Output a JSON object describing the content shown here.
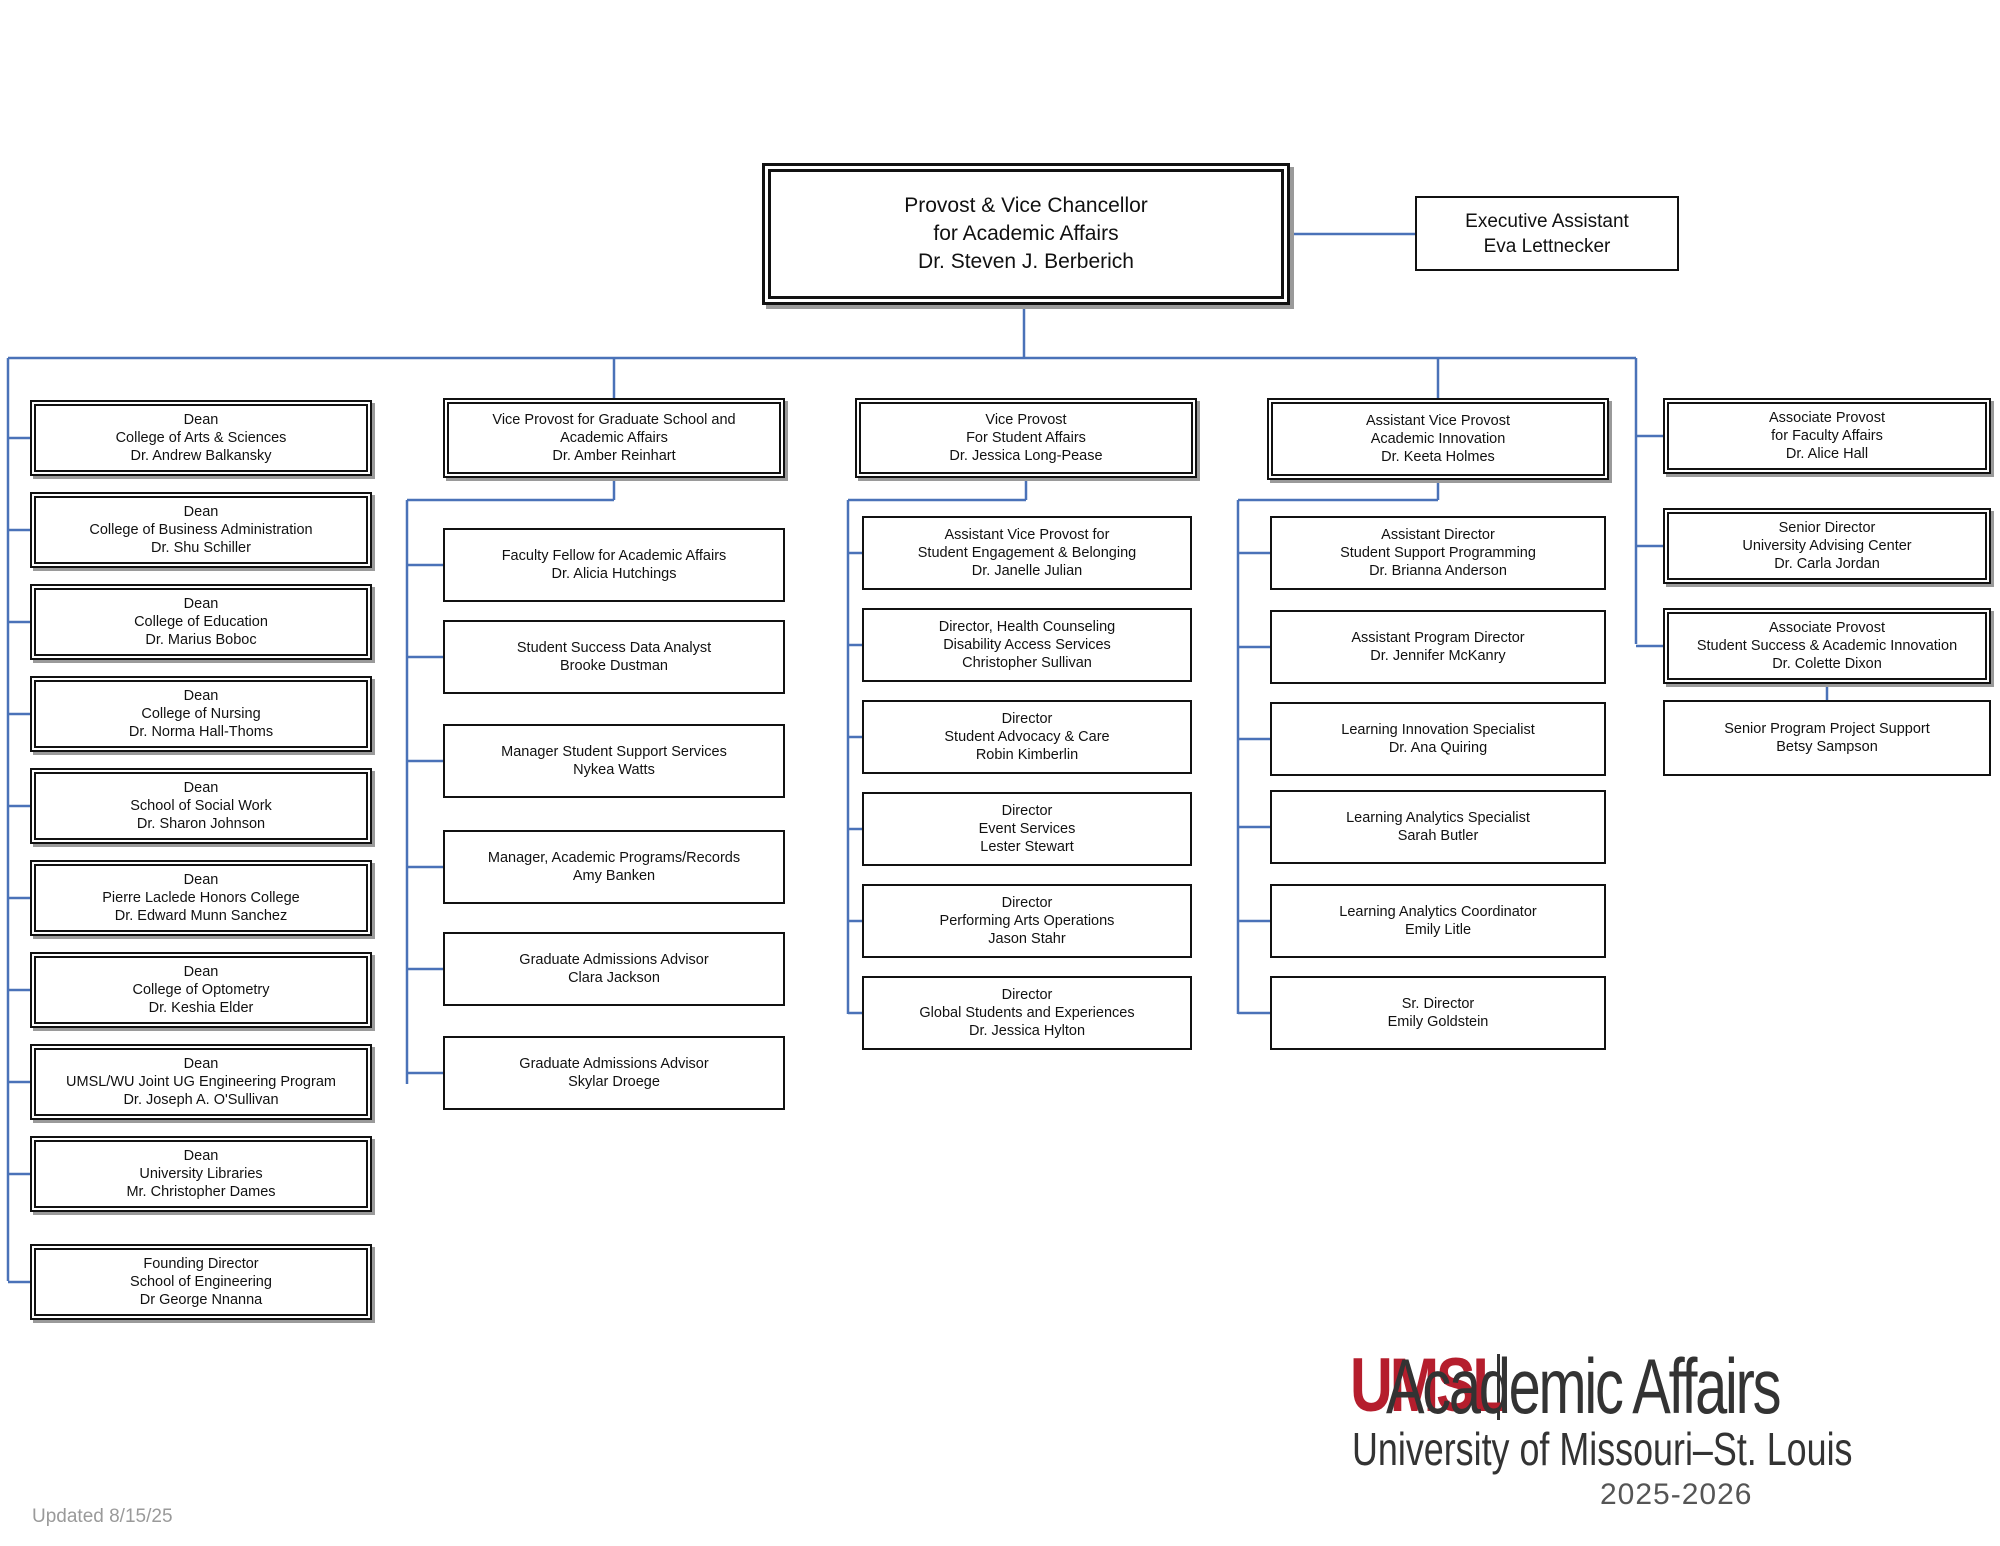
{
  "colors": {
    "connector": "#4a72b8",
    "border": "#111111",
    "brand_red": "#b51e2d"
  },
  "top": {
    "provost": [
      "Provost & Vice Chancellor",
      "for Academic Affairs",
      "Dr. Steven J. Berberich"
    ],
    "assistant": [
      "Executive Assistant",
      "Eva Lettnecker"
    ]
  },
  "columns": [
    {
      "head": null,
      "items": [
        [
          "Dean",
          "College of Arts & Sciences",
          "Dr. Andrew Balkansky"
        ],
        [
          "Dean",
          "College of Business Administration",
          "Dr. Shu Schiller"
        ],
        [
          "Dean",
          "College of Education",
          "Dr. Marius Boboc"
        ],
        [
          "Dean",
          "College of Nursing",
          "Dr. Norma Hall-Thoms"
        ],
        [
          "Dean",
          "School of Social Work",
          "Dr. Sharon Johnson"
        ],
        [
          "Dean",
          "Pierre Laclede Honors College",
          "Dr. Edward Munn Sanchez"
        ],
        [
          "Dean",
          "College of Optometry",
          "Dr. Keshia Elder"
        ],
        [
          "Dean",
          "UMSL/WU Joint UG Engineering Program",
          "Dr. Joseph A. O'Sullivan"
        ],
        [
          "Dean",
          "University Libraries",
          "Mr. Christopher Dames"
        ],
        [
          "Founding Director",
          "School of Engineering",
          "Dr George Nnanna"
        ]
      ]
    },
    {
      "head": [
        "Vice Provost for Graduate School and",
        "Academic Affairs",
        "Dr. Amber Reinhart"
      ],
      "items": [
        [
          "Faculty Fellow for Academic Affairs",
          "Dr. Alicia Hutchings"
        ],
        [
          "Student Success Data Analyst",
          "Brooke Dustman"
        ],
        [
          "Manager Student Support Services",
          "Nykea Watts"
        ],
        [
          "Manager, Academic Programs/Records",
          "Amy Banken"
        ],
        [
          "Graduate Admissions Advisor",
          "Clara Jackson"
        ],
        [
          "Graduate Admissions Advisor",
          "Skylar Droege"
        ]
      ]
    },
    {
      "head": [
        "Vice Provost",
        "For Student Affairs",
        "Dr. Jessica Long-Pease"
      ],
      "items": [
        [
          "Assistant Vice Provost for",
          "Student Engagement & Belonging",
          "Dr. Janelle Julian"
        ],
        [
          "Director, Health Counseling",
          "Disability Access Services",
          "Christopher Sullivan"
        ],
        [
          "Director",
          "Student Advocacy & Care",
          "Robin Kimberlin"
        ],
        [
          "Director",
          "Event Services",
          "Lester Stewart"
        ],
        [
          "Director",
          "Performing Arts Operations",
          "Jason Stahr"
        ],
        [
          "Director",
          "Global Students and Experiences",
          "Dr. Jessica Hylton"
        ]
      ]
    },
    {
      "head": [
        "Assistant Vice Provost",
        "Academic Innovation",
        "Dr. Keeta Holmes"
      ],
      "items": [
        [
          "Assistant Director",
          "Student Support Programming",
          "Dr. Brianna Anderson"
        ],
        [
          "Assistant Program Director",
          "Dr. Jennifer McKanry"
        ],
        [
          "Learning Innovation Specialist",
          "Dr. Ana Quiring"
        ],
        [
          "Learning Analytics Specialist",
          "Sarah Butler"
        ],
        [
          "Learning Analytics Coordinator",
          "Emily Litle"
        ],
        [
          "Sr. Director",
          "Emily Goldstein"
        ]
      ]
    },
    {
      "head": null,
      "items": [
        [
          "Associate Provost",
          "for Faculty Affairs",
          "Dr. Alice Hall"
        ],
        [
          "Senior Director",
          "University Advising Center",
          "Dr. Carla Jordan"
        ],
        [
          "Associate Provost",
          "Student Success & Academic Innovation",
          "Dr. Colette Dixon"
        ],
        [
          "Senior Program Project Support",
          "Betsy Sampson"
        ]
      ]
    }
  ],
  "logo": {
    "brand": "UMSL",
    "unit": "Academic Affairs",
    "university": "University of Missouri–St. Louis",
    "years": "2025-2026"
  },
  "updated": "Updated 8/15/25"
}
